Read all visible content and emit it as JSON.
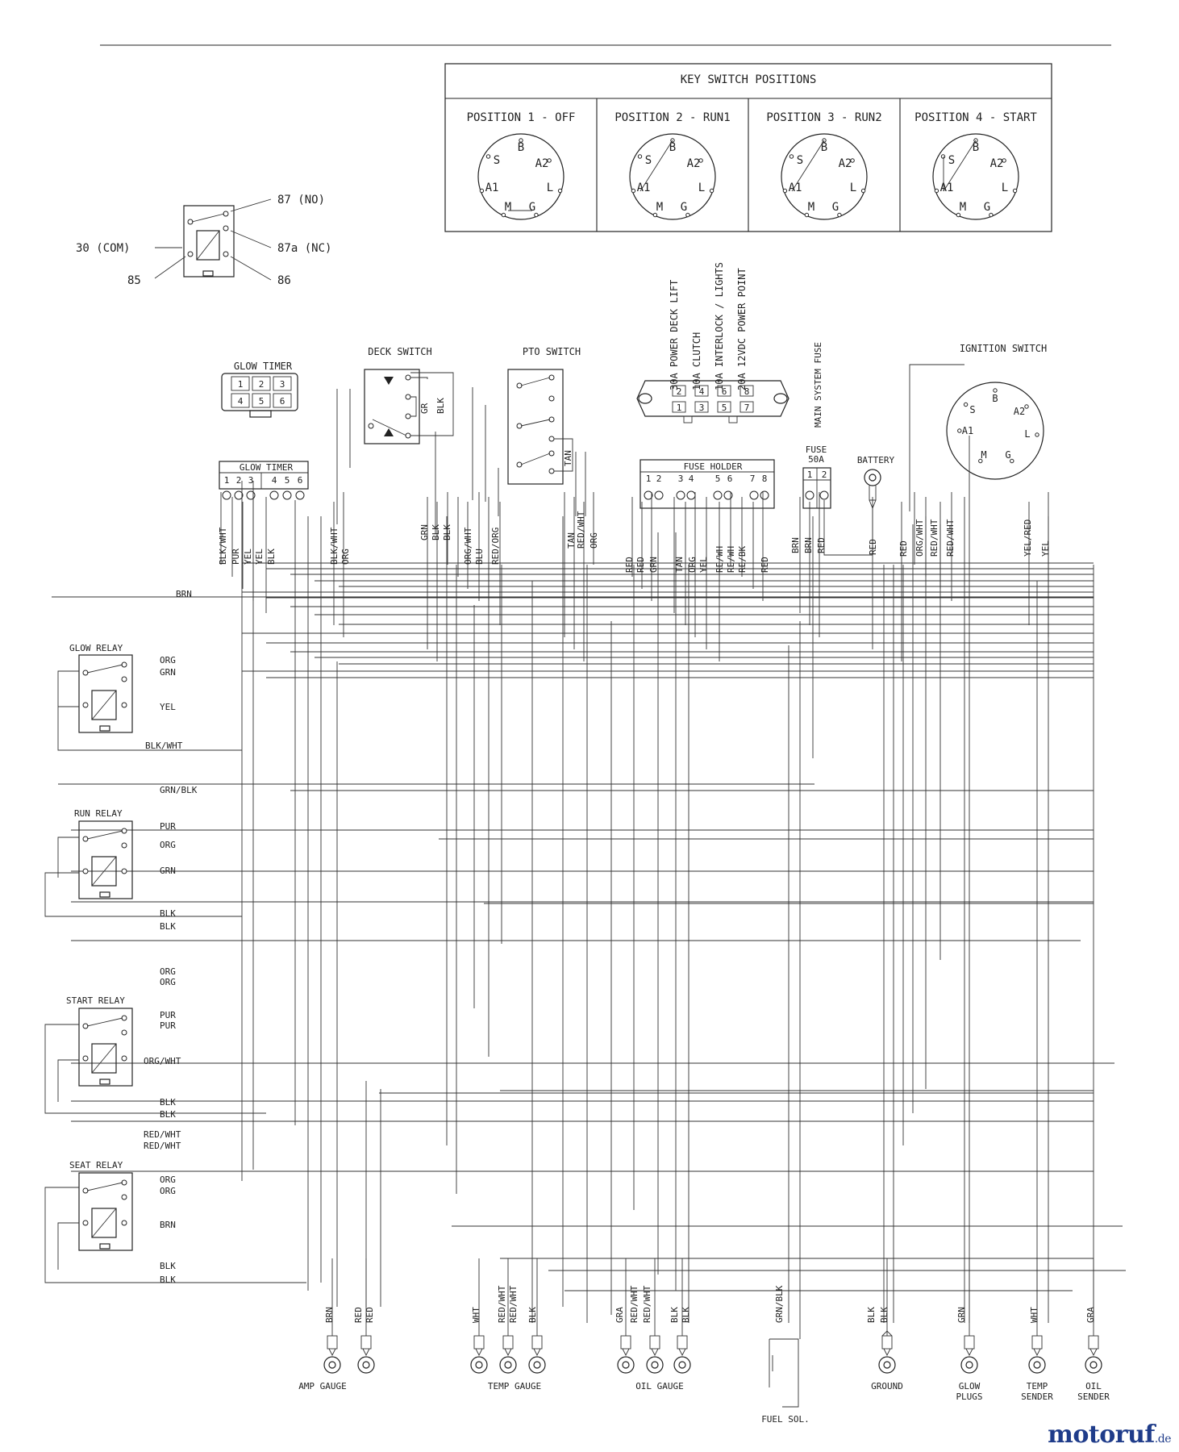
{
  "key_switch": {
    "title": "KEY SWITCH POSITIONS",
    "positions": [
      {
        "label": "POSITION 1 - OFF"
      },
      {
        "label": "POSITION 2 - RUN1"
      },
      {
        "label": "POSITION 3 - RUN2"
      },
      {
        "label": "POSITION 4 - START"
      }
    ],
    "terminals": [
      "S",
      "B",
      "A2",
      "A1",
      "L",
      "M",
      "G"
    ]
  },
  "relay_legend": {
    "no": "87 (NO)",
    "nc": "87a (NC)",
    "com": "30 (COM)",
    "c85": "85",
    "c86": "86"
  },
  "fuse_block": {
    "labels": [
      "30A POWER DECK LIFT",
      "10A CLUTCH",
      "10A INTERLOCK / LIGHTS",
      "20A 12VDC POWER POINT"
    ],
    "top_nums": [
      "2",
      "4",
      "6",
      "8"
    ],
    "bottom_nums": [
      "1",
      "3",
      "5",
      "7"
    ],
    "main_fuse": "MAIN SYSTEM FUSE"
  },
  "components": {
    "glow_timer_top": "GLOW TIMER",
    "glow_timer_nums": [
      "1",
      "2",
      "3",
      "4",
      "5",
      "6"
    ],
    "deck_switch": "DECK SWITCH",
    "pto_switch": "PTO SWITCH",
    "ignition_switch": "IGNITION SWITCH",
    "glow_timer": "GLOW TIMER",
    "fuse_holder": "FUSE HOLDER",
    "fuse_holder_nums": [
      "1",
      "2",
      "3",
      "4",
      "5",
      "6",
      "7",
      "8"
    ],
    "fuse": "FUSE",
    "fuse_rating": "50A",
    "fuse_nums": [
      "1",
      "2"
    ],
    "battery": "BATTERY"
  },
  "relays": {
    "glow": "GLOW RELAY",
    "run": "RUN RELAY",
    "start": "START RELAY",
    "seat": "SEAT RELAY"
  },
  "wire_labels": {
    "glow_timer": [
      "BLK/WHT",
      "PUR",
      "YEL",
      "YEL",
      "BLK"
    ],
    "deck_left": [
      "BLK/WHT",
      "ORG"
    ],
    "deck_right": [
      "GRN",
      "BLK",
      "BLK"
    ],
    "deck_internal": [
      "GR",
      "BLK"
    ],
    "pto_left": [
      "ORG/WHT",
      "BLU",
      "RED/ORG"
    ],
    "pto_right": [
      "TAN",
      "RED/WHT",
      "ORG"
    ],
    "pto_internal": "TAN",
    "fuse_holder": [
      "RED",
      "RED",
      "GRN",
      "TAN",
      "ORG",
      "YEL",
      "RE/WH",
      "RE/WH",
      "RE/BK",
      "RED"
    ],
    "fuse_main": [
      "BRN",
      "BRN",
      "RED"
    ],
    "battery": "RED",
    "ignition": [
      "RED",
      "ORG/WHT",
      "RED/WHT",
      "RED/WHT",
      "YEL/RED",
      "YEL"
    ],
    "brn_top": "BRN",
    "glow_relay": [
      "ORG",
      "GRN",
      "YEL",
      "BLK/WHT"
    ],
    "grn_blk": "GRN/BLK",
    "run_relay": [
      "PUR",
      "ORG",
      "GRN",
      "BLK",
      "BLK"
    ],
    "start_relay": [
      "ORG",
      "ORG",
      "PUR",
      "PUR",
      "ORG/WHT",
      "BLK",
      "BLK"
    ],
    "seat_relay": [
      "RED/WHT",
      "RED/WHT",
      "ORG",
      "ORG",
      "BRN",
      "BLK",
      "BLK"
    ]
  },
  "gauges": {
    "amp": {
      "label": "AMP GAUGE",
      "wires": [
        "BRN",
        "RED",
        "RED"
      ]
    },
    "temp": {
      "label": "TEMP GAUGE",
      "wires": [
        "WHT",
        "RED/WHT",
        "RED/WHT",
        "BLK"
      ]
    },
    "oil": {
      "label": "OIL GAUGE",
      "wires": [
        "GRA",
        "RED/WHT",
        "RED/WHT",
        "BLK",
        "BLK"
      ]
    },
    "fuel": {
      "label": "FUEL SOL.",
      "wires": [
        "GRN/BLK"
      ]
    },
    "ground": {
      "label": "GROUND",
      "wires": [
        "BLK",
        "BLK"
      ]
    },
    "glow_plugs": {
      "label": [
        "GLOW",
        "PLUGS"
      ],
      "wires": [
        "GRN"
      ]
    },
    "temp_sender": {
      "label": [
        "TEMP",
        "SENDER"
      ],
      "wires": [
        "WHT"
      ]
    },
    "oil_sender": {
      "label": [
        "OIL",
        "SENDER"
      ],
      "wires": [
        "GRA"
      ]
    }
  },
  "watermark": {
    "text": "motoruf",
    "suffix": ".de"
  }
}
